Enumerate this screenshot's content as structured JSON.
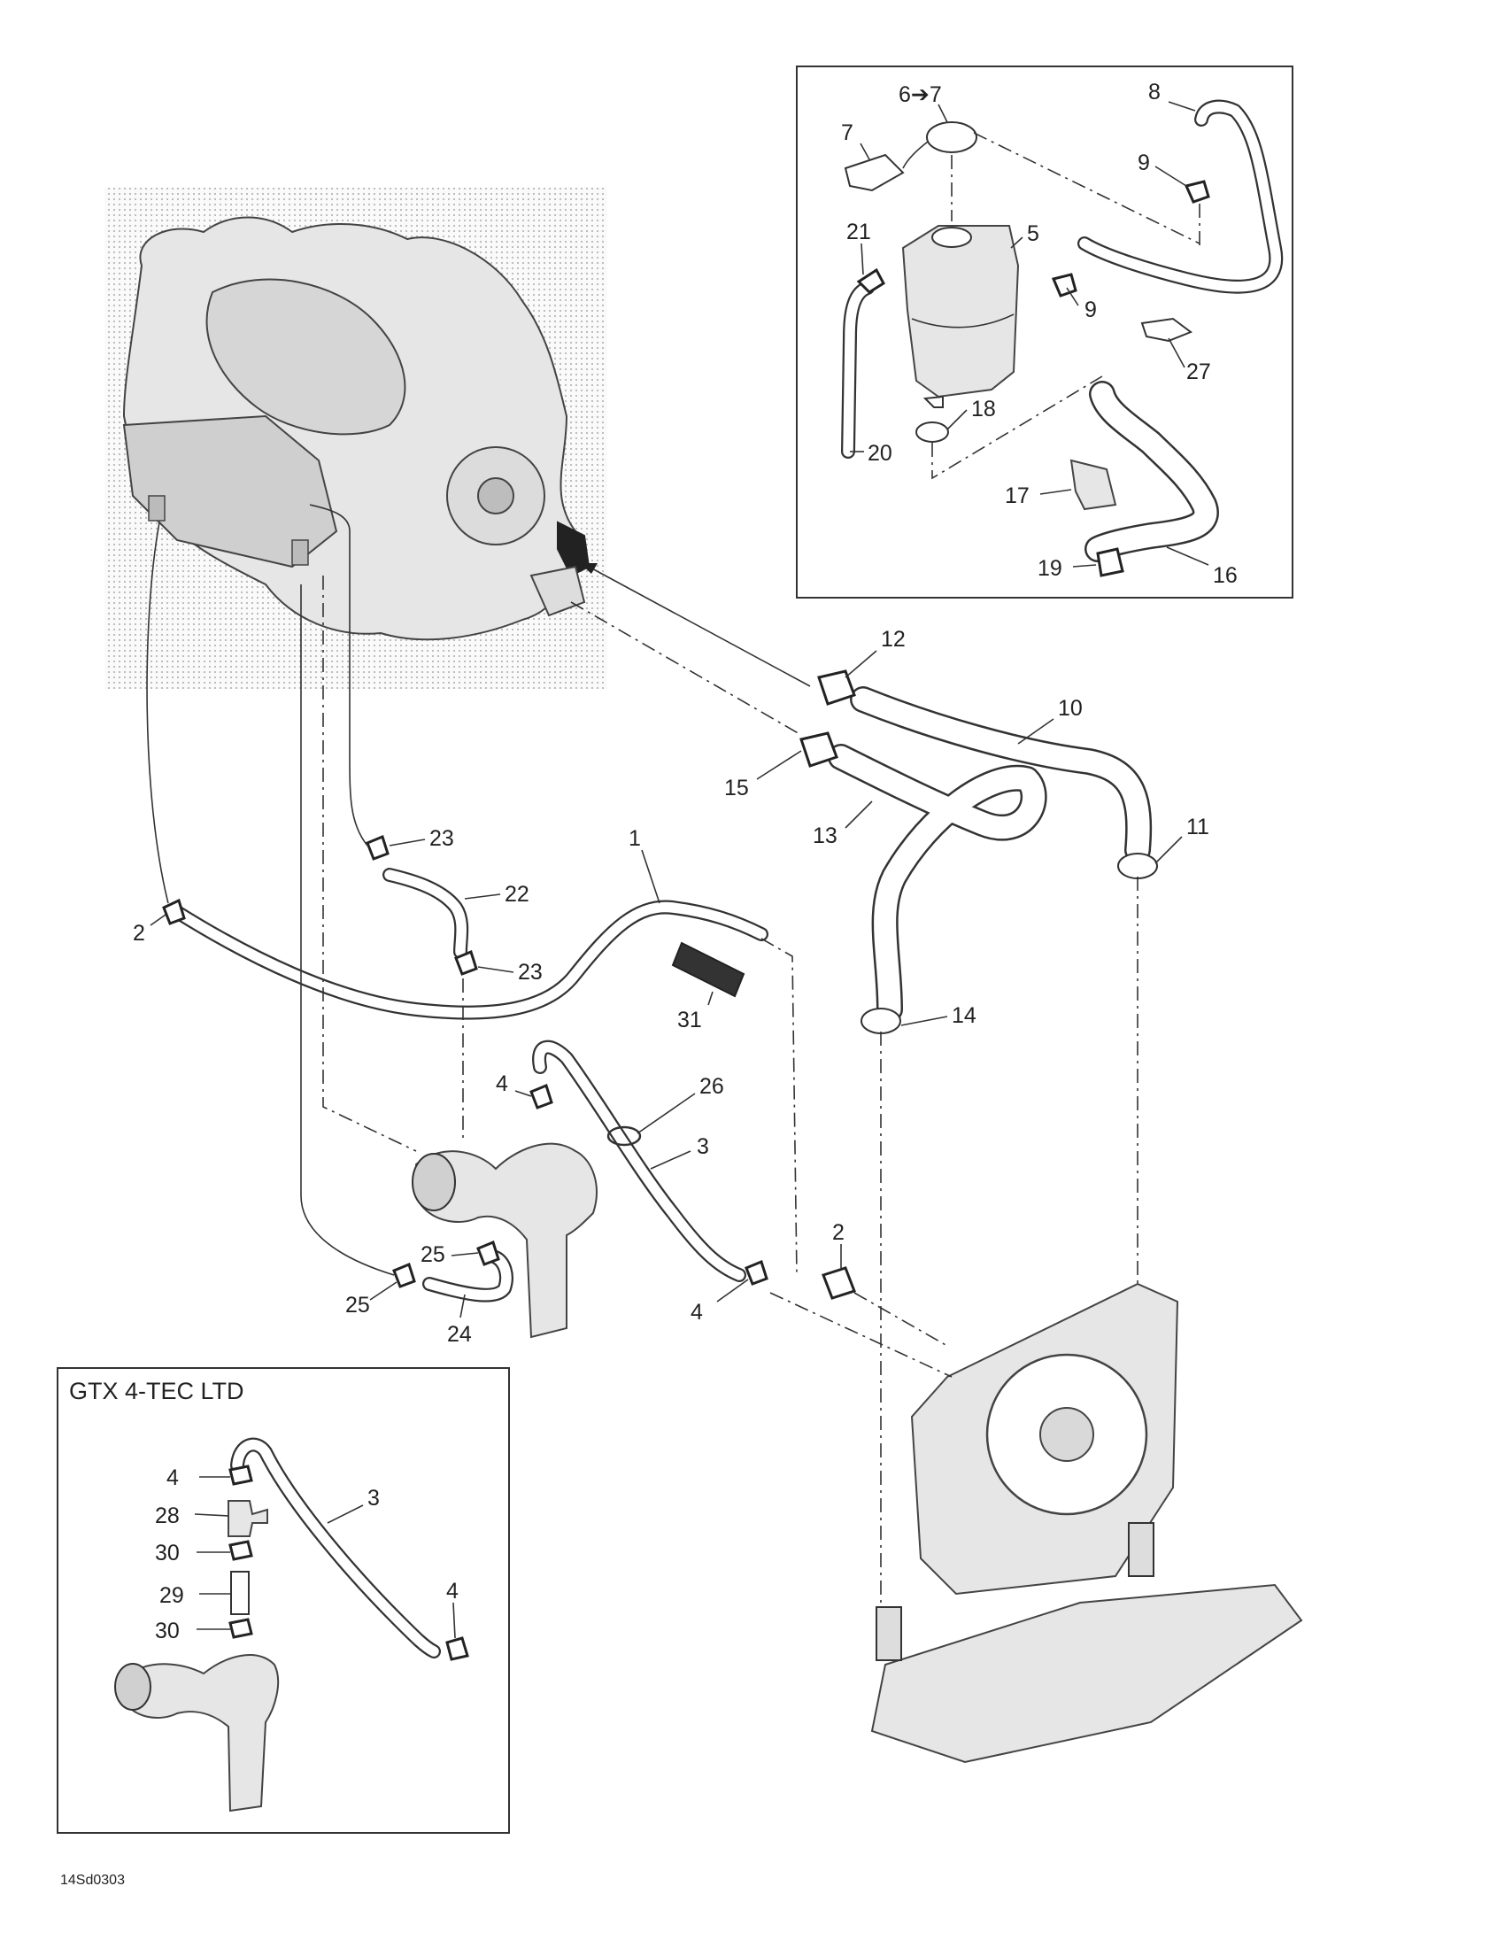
{
  "diagram": {
    "inset_title": "GTX 4-TEC LTD",
    "reference_code": "14Sd0303",
    "callouts": {
      "main": [
        "6➔7",
        "7",
        "8",
        "9",
        "21",
        "5",
        "9",
        "27",
        "18",
        "20",
        "17",
        "19",
        "16",
        "12",
        "10",
        "15",
        "13",
        "11",
        "23",
        "1",
        "22",
        "2",
        "23",
        "31",
        "14",
        "4",
        "26",
        "3",
        "2",
        "25",
        "25",
        "24",
        "4"
      ],
      "inset": [
        "4",
        "28",
        "3",
        "30",
        "29",
        "4",
        "30"
      ]
    }
  }
}
